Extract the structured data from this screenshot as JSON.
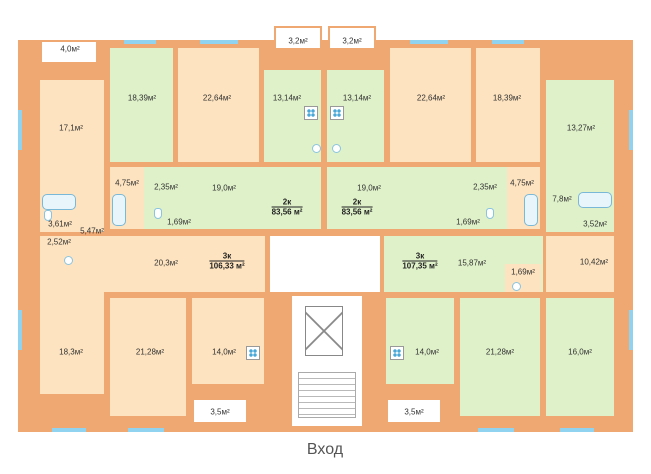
{
  "colors": {
    "living": "#fde3bf",
    "wet": "#dff1c9",
    "wall": "#f0a872",
    "window": "#8fd3f1"
  },
  "entrance_label": "Вход",
  "apartments": [
    {
      "id": "apt-2k-left",
      "title": "2к",
      "area": "83,56 м²"
    },
    {
      "id": "apt-2k-right",
      "title": "2к",
      "area": "83,56 м²"
    },
    {
      "id": "apt-3k-left",
      "title": "3к",
      "area": "106,33 м²"
    },
    {
      "id": "apt-3k-right",
      "title": "3к",
      "area": "107,35 м²"
    }
  ],
  "rooms": {
    "balcony_top_left": "4,0м²",
    "balcony_top_center_left": "3,2м²",
    "balcony_top_center_right": "3,2м²",
    "left_room_17": "17,1м²",
    "top_room_1839_left": "18,39м²",
    "top_room_2264_left": "22,64м²",
    "top_kitchen_1314_left": "13,14м²",
    "top_kitchen_1314_right": "13,14м²",
    "top_room_2264_right": "22,64м²",
    "top_room_1839_right": "18,39м²",
    "right_room_1327": "13,27м²",
    "left_bath_475": "4,75м²",
    "left_wc_235": "2,35м²",
    "left_hall_190": "19,0м²",
    "right_hall_190": "19,0м²",
    "right_wc_235": "2,35м²",
    "right_bath_475": "4,75м²",
    "left_wc_169": "1,69м²",
    "right_wc_169": "1,69м²",
    "left_bath_361": "3,61м²",
    "left_hall_547": "5,47м²",
    "right_hall_78": "7,8м²",
    "right_bath_352": "3,52м²",
    "left_wc_252": "2,52м²",
    "left_hall_203": "20,3м²",
    "right_hall_1587": "15,87м²",
    "right_wc_169b": "1,69м²",
    "right_room_1042": "10,42м²",
    "left_room_183": "18,3м²",
    "bottom_room_2128_left": "21,28м²",
    "bottom_kitchen_140_left": "14,0м²",
    "bottom_kitchen_140_right": "14,0м²",
    "bottom_room_2128_right": "21,28м²",
    "right_room_160": "16,0м²",
    "balcony_bottom_left": "3,5м²",
    "balcony_bottom_right": "3,5м²"
  }
}
